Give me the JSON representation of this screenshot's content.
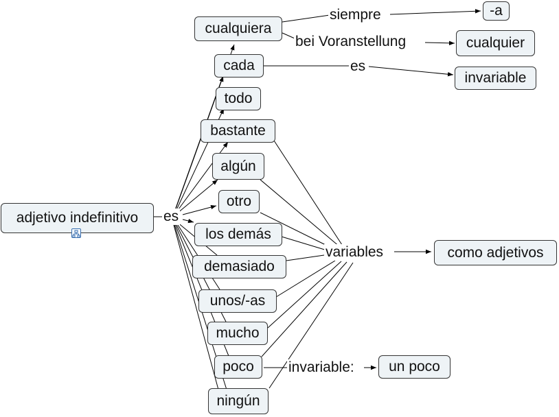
{
  "nodes": {
    "root": "adjetivo indefinitivo",
    "cualquiera": "cualquiera",
    "a": "-a",
    "cualquier": "cualquier",
    "cada": "cada",
    "invariable": "invariable",
    "todo": "todo",
    "bastante": "bastante",
    "algun": "algún",
    "otro": "otro",
    "losdemas": "los demás",
    "demasiado": "demasiado",
    "unos": "unos/-as",
    "mucho": "mucho",
    "poco": "poco",
    "ninguno": "ningún",
    "comoadj": "como adjetivos",
    "unpoco": "un poco"
  },
  "labels": {
    "es_root": "es",
    "siempre": "siempre",
    "voranstellung": "bei Voranstellung",
    "es_cada": "es",
    "variables": "variables",
    "invariable_poco": "invariable:"
  },
  "icons": {
    "submap": "concept-map-icon"
  }
}
